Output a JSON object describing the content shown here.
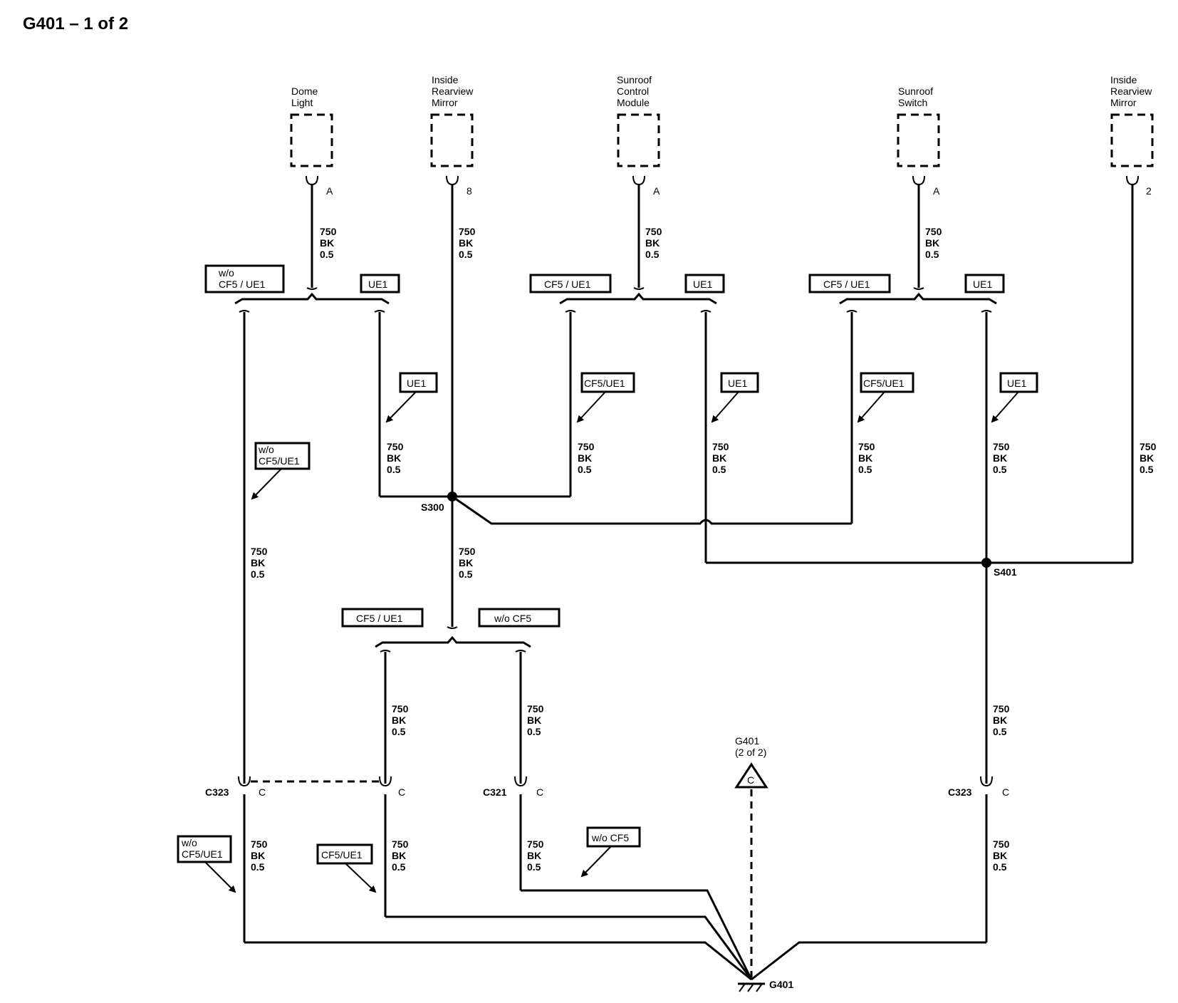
{
  "title": "G401 – 1 of 2",
  "components": {
    "dome_light": [
      "Dome",
      "Light"
    ],
    "inside_mirror_1": [
      "Inside",
      "Rearview",
      "Mirror"
    ],
    "sunroof_module": [
      "Sunroof",
      "Control",
      "Module"
    ],
    "sunroof_switch": [
      "Sunroof",
      "Switch"
    ],
    "inside_mirror_2": [
      "Inside",
      "Rearview",
      "Mirror"
    ]
  },
  "pins": {
    "dome": "A",
    "mirror1": "8",
    "module": "A",
    "switch": "A",
    "mirror2": "2"
  },
  "wire_label": [
    "750",
    "BK",
    "0.5"
  ],
  "options": {
    "wo_cf5_ue1_box": [
      "w/o",
      "CF5 / UE1"
    ],
    "ue1": "UE1",
    "cf5_ue1": "CF5 / UE1",
    "cf5_ue1_compact": "CF5/UE1",
    "wo_cf5_ue1_compact": [
      "w/o",
      "CF5/UE1"
    ],
    "wo_cf5": "w/o CF5"
  },
  "splices": {
    "s300": "S300",
    "s401": "S401"
  },
  "connectors": {
    "c323": "C323",
    "c321": "C321",
    "pin_c": "C"
  },
  "ground": {
    "name": "G401",
    "ref": [
      "G401",
      "(2 of 2)"
    ],
    "ref_letter": "C"
  }
}
